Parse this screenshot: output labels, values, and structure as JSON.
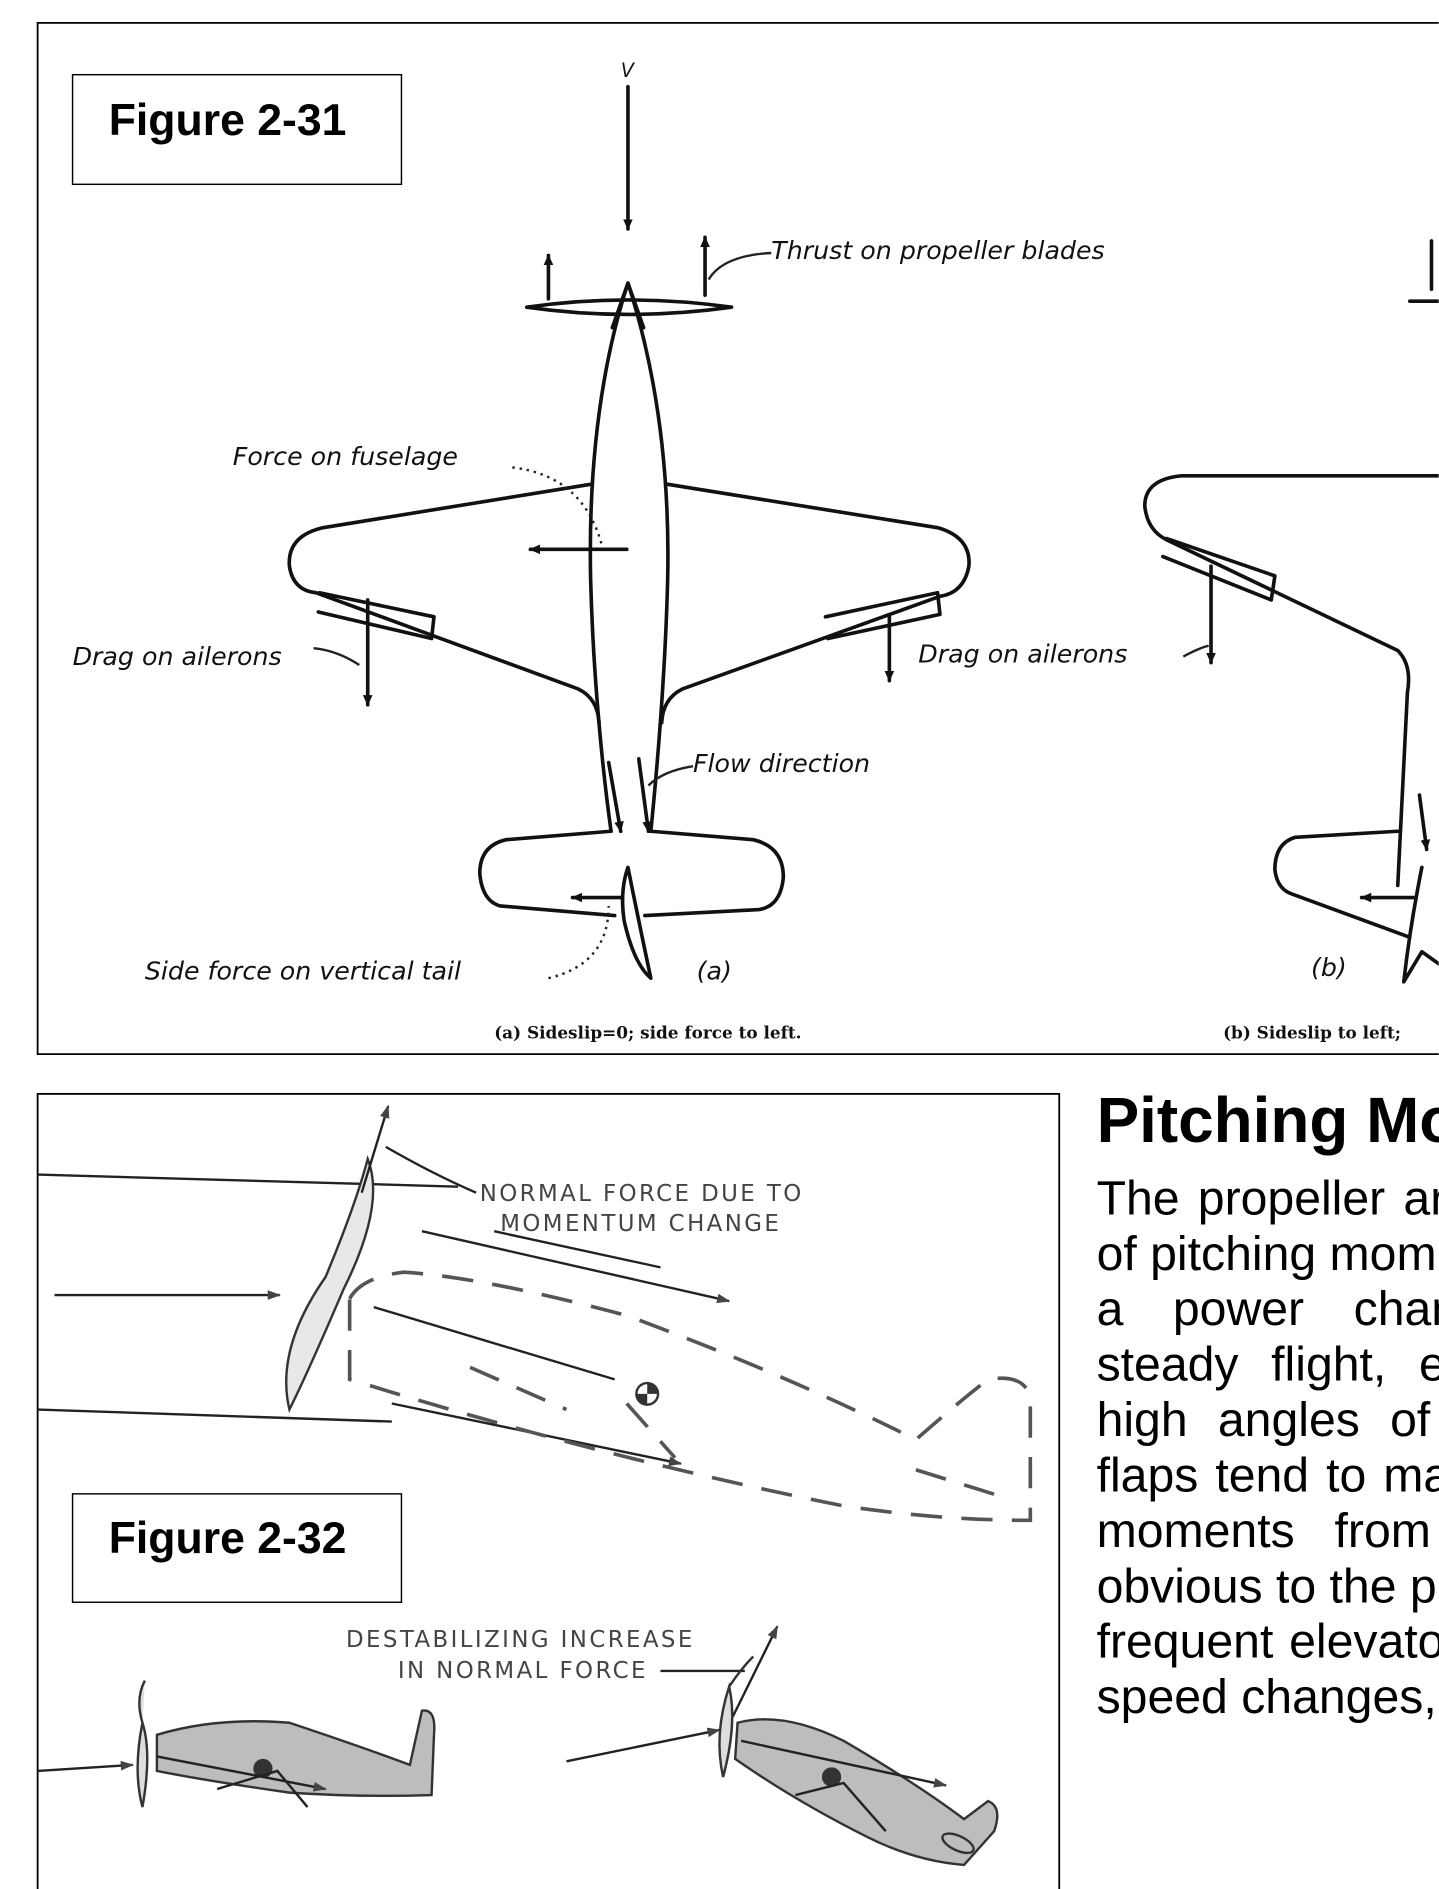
{
  "figure_2_31": {
    "label": "Figure 2-31",
    "velocity_label": "V",
    "thrust_label": "Thrust on propeller blades",
    "fuselage_force_label": "Force on fuselage",
    "drag_ailerons_left_label": "Drag on ailerons",
    "drag_ailerons_right_label": "Drag on ailerons",
    "flow_direction_label": "Flow direction",
    "side_force_label": "Side force on vertical tail",
    "panel_a_tag": "(a)",
    "panel_b_tag": "(b)",
    "caption_a": "(a) Sideslip=0; side force to left.",
    "caption_b": "(b) Sideslip to left;"
  },
  "figure_2_32": {
    "label": "Figure 2-32",
    "normal_force_line1": "NORMAL FORCE DUE TO",
    "normal_force_line2": "MOMENTUM CHANGE",
    "destabilizing_line1": "DESTABILIZING INCREASE",
    "destabilizing_line2": "IN NORMAL FORCE"
  },
  "section": {
    "heading": "Pitching Mo",
    "lines": [
      "The propeller ar",
      "of pitching mom",
      "a power chang",
      "steady flight, e",
      "high angles of",
      "flaps tend to ma",
      "moments from",
      "obvious to the p",
      "frequent elevato",
      "speed changes,"
    ]
  }
}
